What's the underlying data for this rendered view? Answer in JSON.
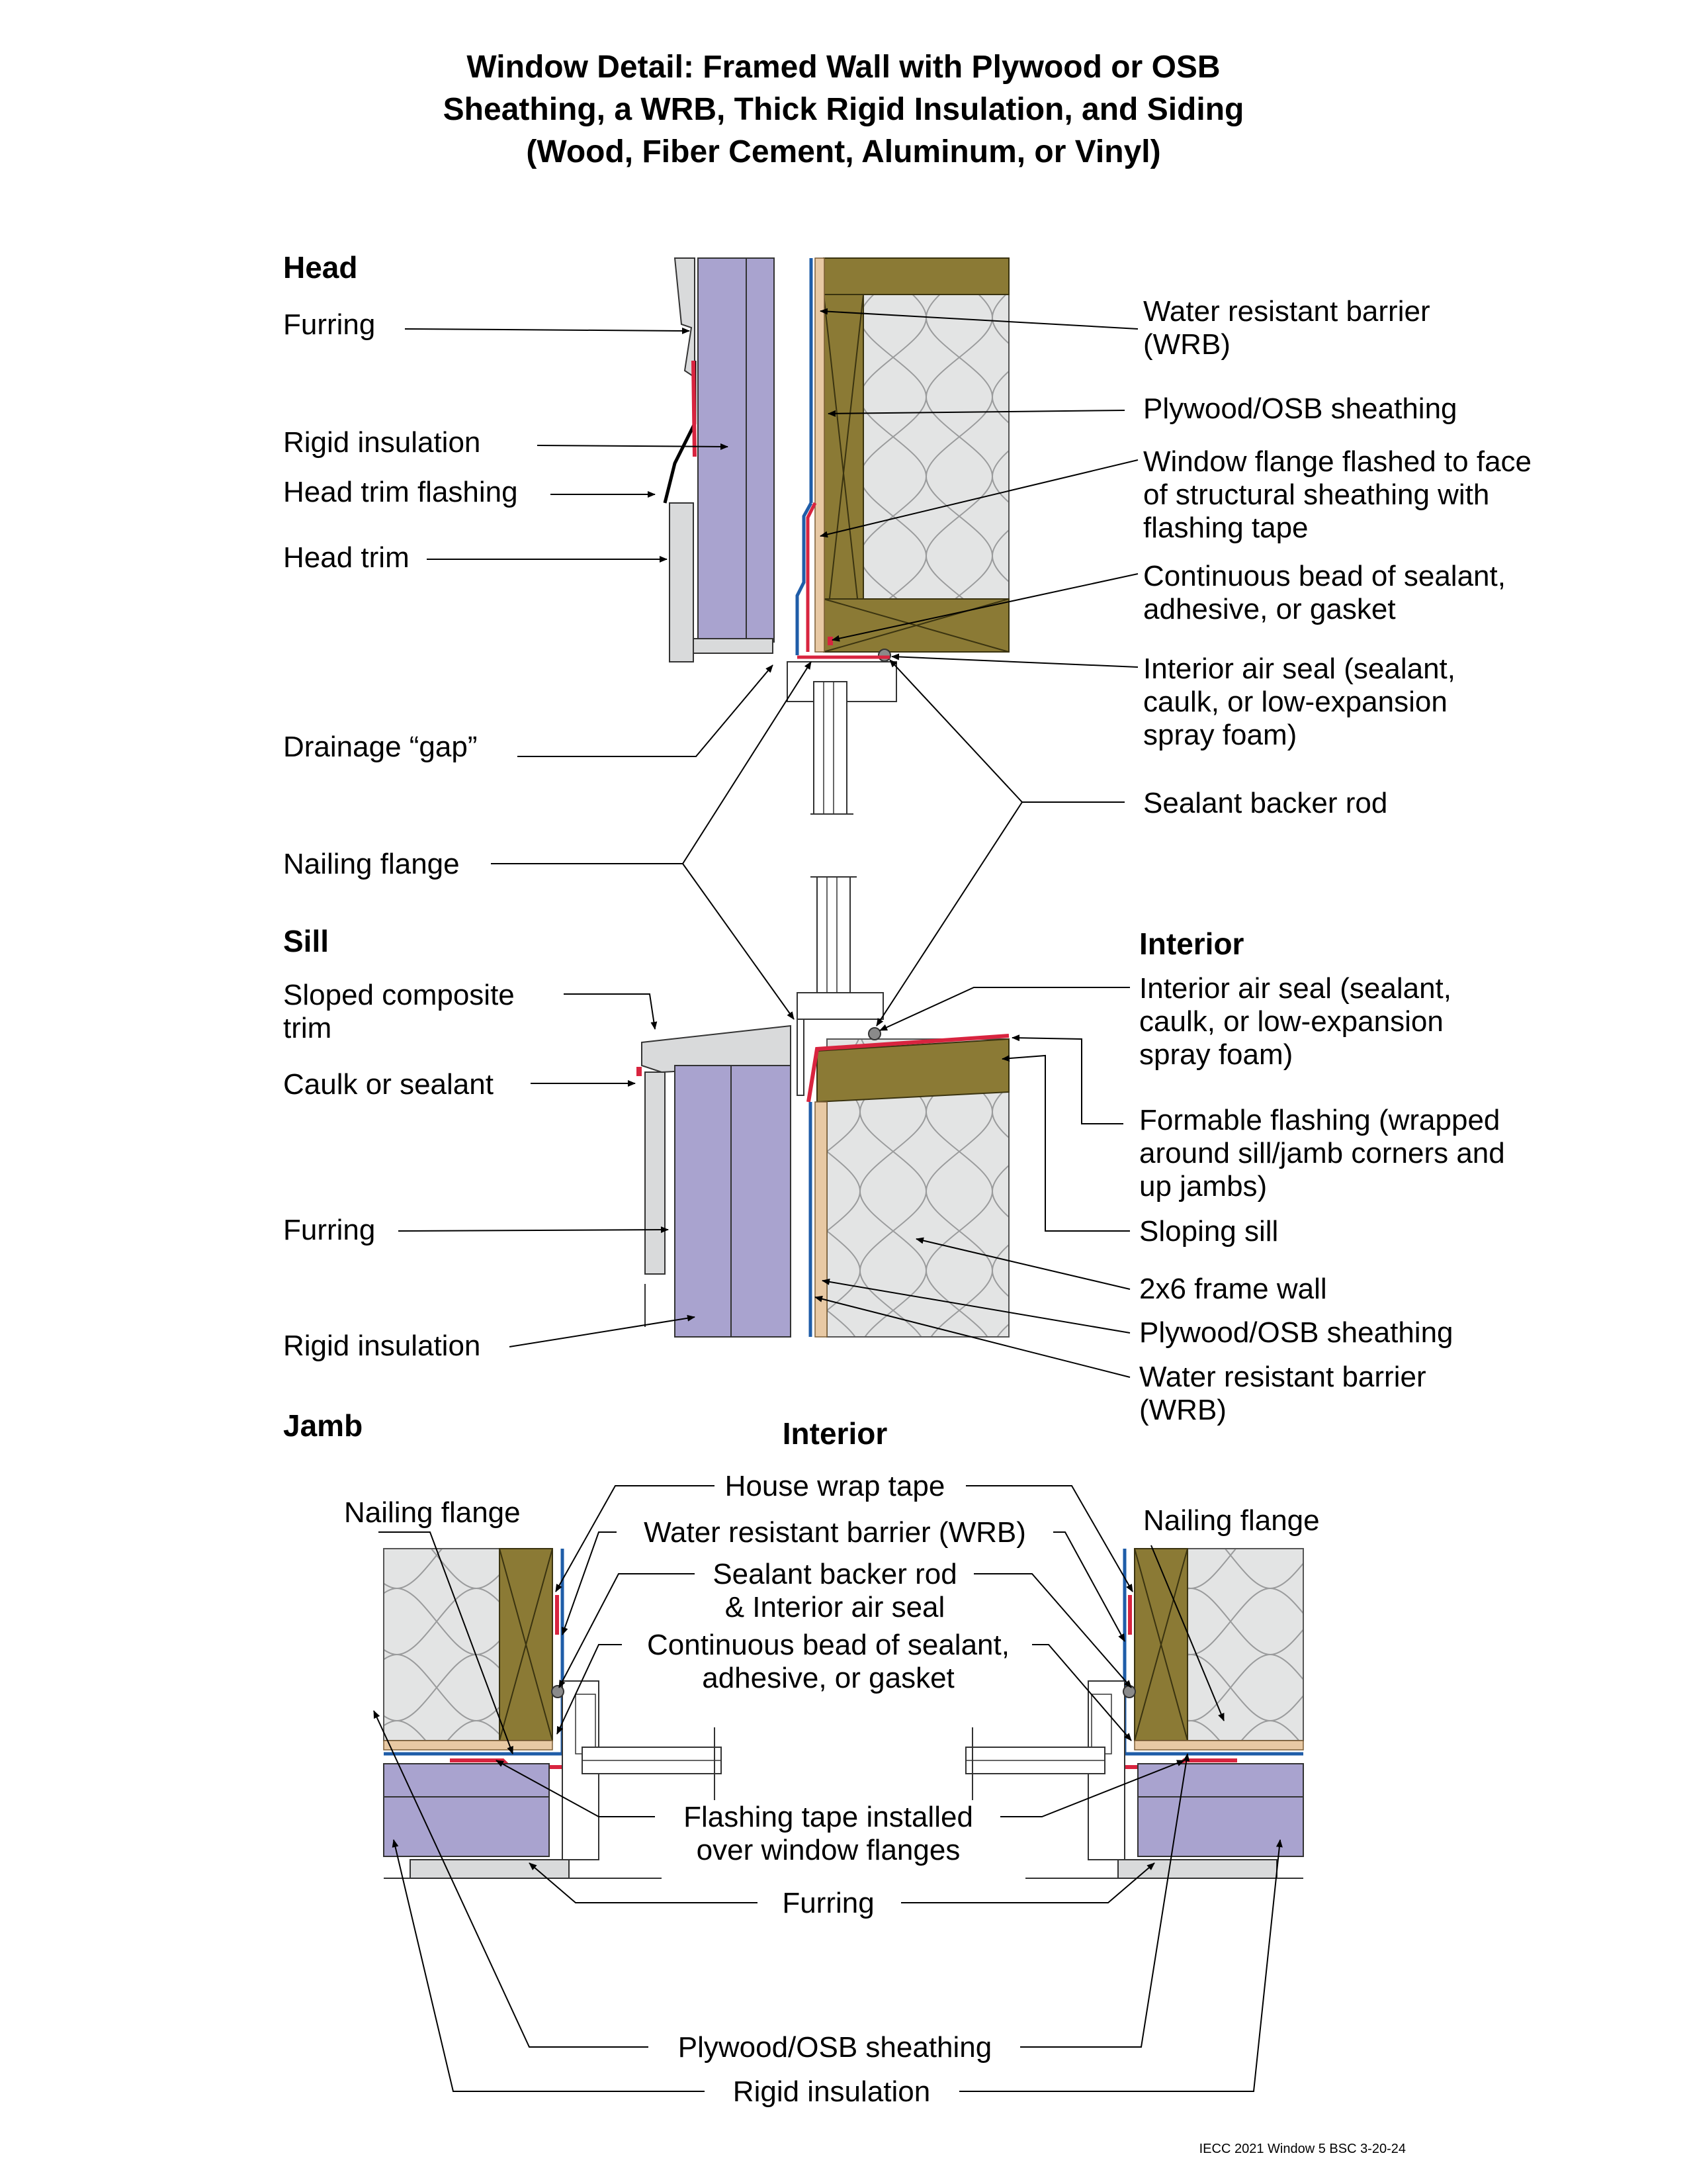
{
  "title": {
    "line1": "Window Detail: Framed Wall with Plywood or OSB",
    "line2": "Sheathing, a WRB, Thick Rigid Insulation, and Siding",
    "line3": "(Wood, Fiber Cement, Aluminum, or Vinyl)"
  },
  "colors": {
    "rigid_insulation": "#a9a3cf",
    "lumber": "#8b7a35",
    "sheathing": "#e8c9a4",
    "batt": "#e3e4e4",
    "wrb": "#1f5da8",
    "flashing_tape": "#d8243f",
    "trim": "#d9dadb"
  },
  "head": {
    "heading": "Head",
    "left": {
      "furring": "Furring",
      "rigid_insulation": "Rigid insulation",
      "head_trim_flashing": "Head trim flashing",
      "head_trim": "Head trim",
      "drainage_gap": "Drainage “gap”"
    },
    "right": {
      "wrb_1": "Water resistant barrier",
      "wrb_2": "(WRB)",
      "sheathing": "Plywood/OSB sheathing",
      "flange_1": "Window flange flashed to face",
      "flange_2": "of structural sheathing with",
      "flange_3": "flashing tape",
      "bead_1": "Continuous bead of sealant,",
      "bead_2": "adhesive, or gasket",
      "airseal_1": "Interior air seal (sealant,",
      "airseal_2": "caulk, or low-expansion",
      "airseal_3": "spray foam)"
    }
  },
  "middle": {
    "sealant_backer_rod": "Sealant backer rod",
    "nailing_flange": "Nailing flange"
  },
  "sill": {
    "heading": "Sill",
    "interior": "Interior",
    "left": {
      "sloped_1": "Sloped composite",
      "sloped_2": "trim",
      "caulk": "Caulk or sealant",
      "furring": "Furring",
      "rigid_insulation": "Rigid insulation"
    },
    "right": {
      "airseal_1": "Interior air seal (sealant,",
      "airseal_2": "caulk, or low-expansion",
      "airseal_3": "spray foam)",
      "formable_1": "Formable flashing (wrapped",
      "formable_2": "around sill/jamb corners and",
      "formable_3": "up jambs)",
      "sloping_sill": "Sloping sill",
      "frame_wall": "2x6 frame wall",
      "sheathing": "Plywood/OSB sheathing",
      "wrb_1": "Water resistant barrier",
      "wrb_2": "(WRB)"
    }
  },
  "jamb": {
    "heading": "Jamb",
    "interior": "Interior",
    "house_wrap_tape": "House wrap tape",
    "nailing_flange_left": "Nailing flange",
    "nailing_flange_right": "Nailing flange",
    "wrb": "Water resistant barrier (WRB)",
    "backer_1": "Sealant backer rod",
    "backer_2": "& Interior air seal",
    "bead_1": "Continuous bead of sealant,",
    "bead_2": "adhesive, or gasket",
    "flashing_1": "Flashing tape installed",
    "flashing_2": "over window flanges",
    "furring": "Furring",
    "sheathing": "Plywood/OSB sheathing",
    "rigid_insulation": "Rigid insulation"
  },
  "footer": "IECC 2021 Window 5 BSC 3-20-24"
}
